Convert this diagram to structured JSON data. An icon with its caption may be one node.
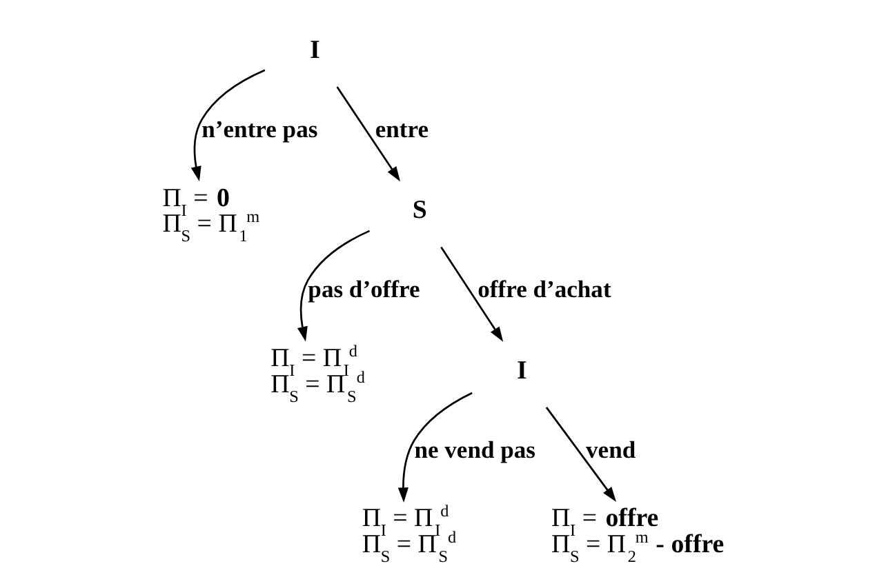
{
  "diagram": {
    "nodes": [
      {
        "text": [
          "I"
        ]
      },
      {
        "text": [
          "S"
        ]
      },
      {
        "text": [
          "Π$_{I}$ = **0**",
          "Π$_{S}$ = Π$_{1}$$^{m}$"
        ]
      },
      {
        "text": [
          "I"
        ]
      },
      {
        "text": [
          "Π$_{I}$ = Π$_{I}$$^{d}$",
          "Π$_{S}$ = Π$_{S}$$^{d}$"
        ]
      },
      {
        "text": [
          "Π$_{I}$ = Π$_{I}$$^{d}$",
          "Π$_{S}$ = Π$_{S}$$^{d}$"
        ]
      },
      {
        "text": [
          "Π$_{I}$ = **offre**",
          "Π$_{S}$ = Π$_{2}$$^{m}$ **- offre**"
        ]
      }
    ],
    "edges": [
      {
        "from": 0,
        "to": 2,
        "arrow": "to",
        "label": "n’entre pas"
      },
      {
        "from": 0,
        "to": 1,
        "arrow": "to",
        "label": "entre"
      },
      {
        "from": 1,
        "to": 4,
        "arrow": "to",
        "label": "pas d’offre"
      },
      {
        "from": 1,
        "to": 3,
        "arrow": "to",
        "label": "offre d’achat"
      },
      {
        "from": 3,
        "to": 5,
        "arrow": "to",
        "label": "ne vend pas"
      },
      {
        "from": 3,
        "to": 6,
        "arrow": "to",
        "label": "vend"
      }
    ]
  }
}
